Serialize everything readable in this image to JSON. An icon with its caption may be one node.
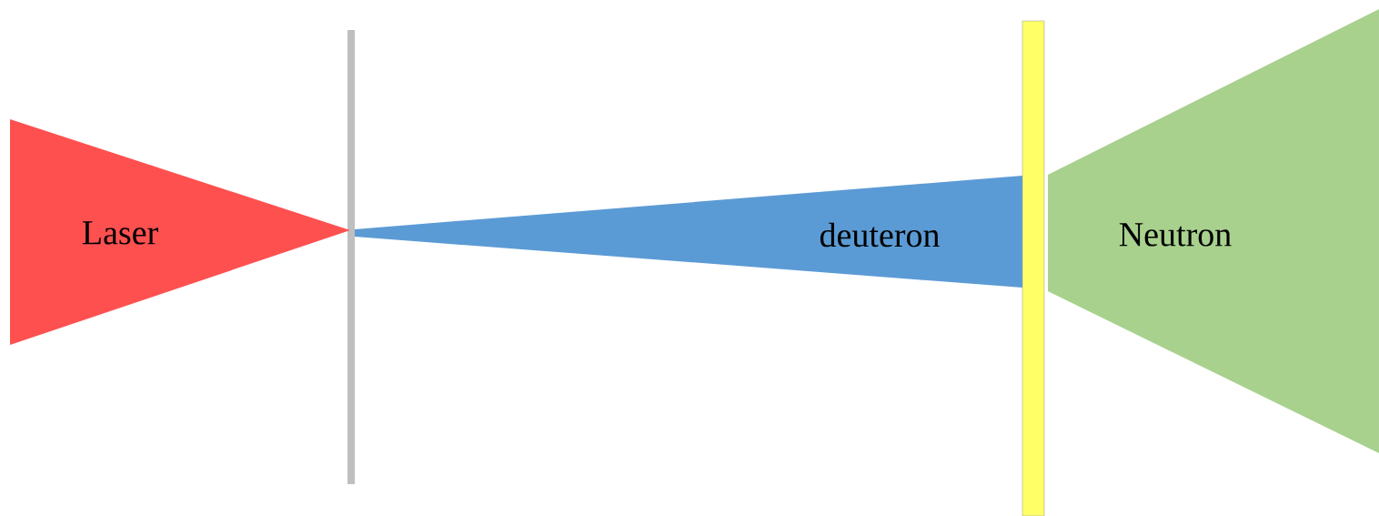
{
  "diagram": {
    "nodes": [
      {
        "text": [
          "Laser"
        ]
      },
      {
        "text": [
          "deuteron"
        ]
      },
      {
        "text": [
          "Neutron"
        ]
      }
    ]
  }
}
